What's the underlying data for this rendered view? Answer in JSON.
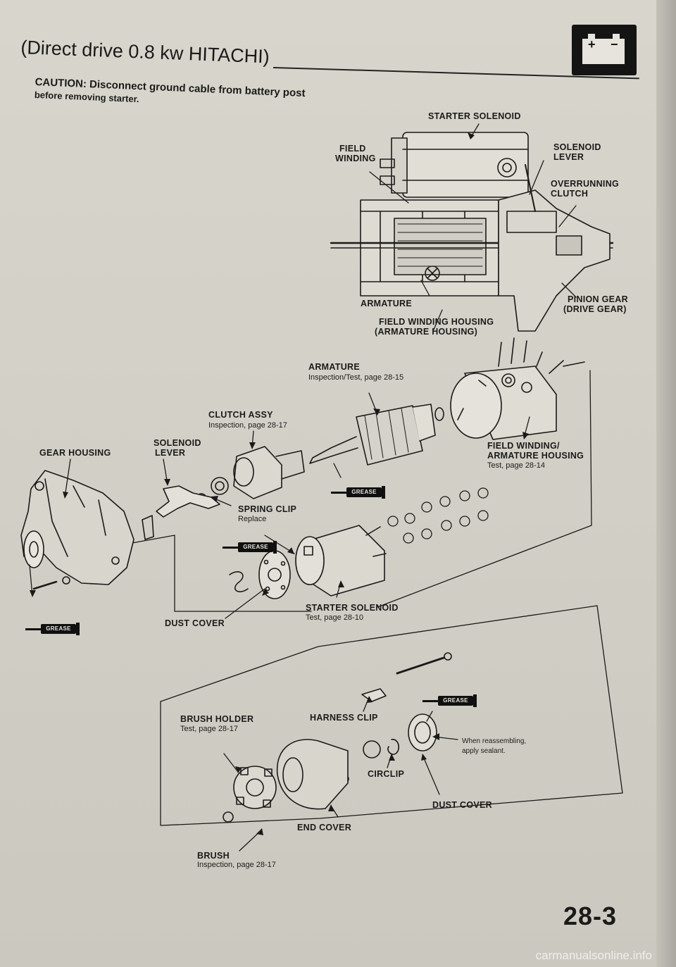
{
  "header": {
    "title": "(Direct drive 0.8 kw HITACHI)",
    "caution_line1": "CAUTION: Disconnect ground cable from battery post",
    "caution_line2": "before removing starter.",
    "battery_plus": "+",
    "battery_minus": "−",
    "battery_icon": "battery-icon"
  },
  "cutaway_labels": {
    "starter_solenoid": "STARTER SOLENOID",
    "field_winding_1": "FIELD",
    "field_winding_2": "WINDING",
    "solenoid_lever_1": "SOLENOID",
    "solenoid_lever_2": "LEVER",
    "overrunning_clutch_1": "OVERRUNNING",
    "overrunning_clutch_2": "CLUTCH",
    "armature": "ARMATURE",
    "pinion_gear_1": "PINION GEAR",
    "pinion_gear_2": "(DRIVE GEAR)",
    "field_winding_housing_1": "FIELD WINDING HOUSING",
    "field_winding_housing_2": "(ARMATURE HOUSING)"
  },
  "exploded_labels": {
    "armature": "ARMATURE",
    "armature_ref": "Inspection/Test, page 28-15",
    "clutch_assy": "CLUTCH ASSY",
    "clutch_assy_ref": "Inspection, page 28-17",
    "solenoid_lever_1": "SOLENOID",
    "solenoid_lever_2": "LEVER",
    "gear_housing": "GEAR HOUSING",
    "field_winding_1": "FIELD WINDING/",
    "field_winding_2": "ARMATURE HOUSING",
    "field_winding_ref": "Test, page 28-14",
    "spring_clip": "SPRING CLIP",
    "spring_clip_ref": "Replace",
    "starter_solenoid": "STARTER SOLENOID",
    "starter_solenoid_ref": "Test, page 28-10",
    "dust_cover_1": "DUST COVER",
    "harness_clip": "HARNESS CLIP",
    "brush_holder": "BRUSH HOLDER",
    "brush_holder_ref": "Test, page 28-17",
    "sealant_note_1": "When reassembling,",
    "sealant_note_2": "apply sealant.",
    "circlip": "CIRCLIP",
    "dust_cover_2": "DUST COVER",
    "end_cover": "END COVER",
    "brush": "BRUSH",
    "brush_ref": "Inspection, page 28-17"
  },
  "grease_label": "GREASE",
  "page_number": "28-3",
  "watermark": "carmanualsonline.info"
}
